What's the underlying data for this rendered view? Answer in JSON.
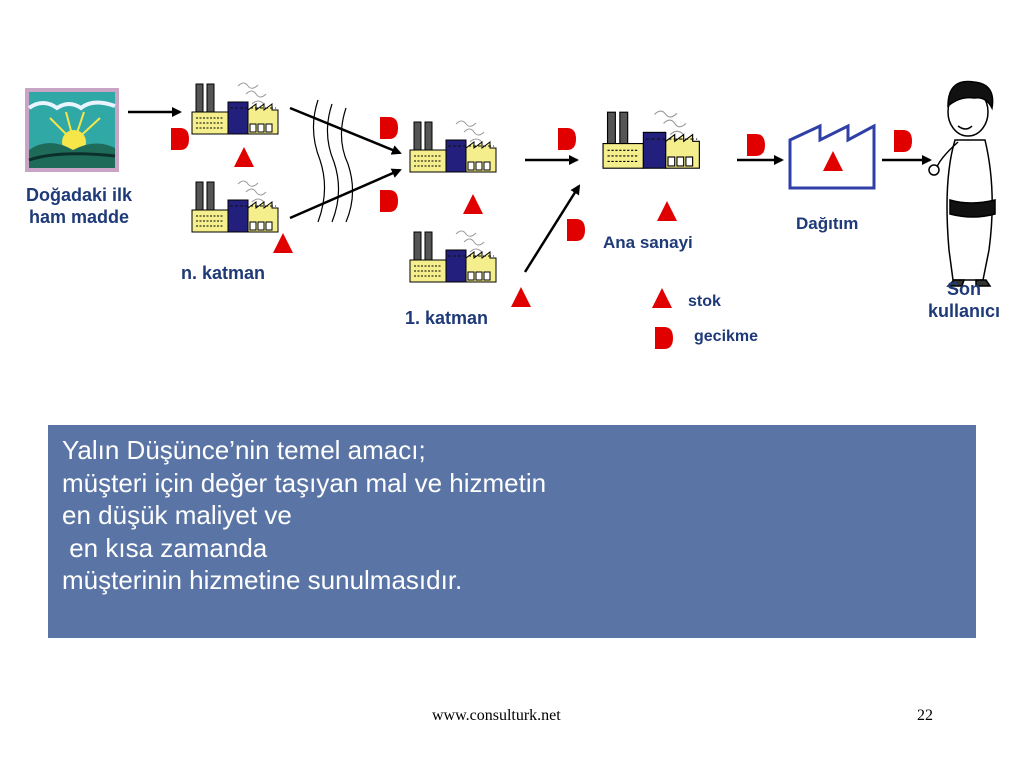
{
  "labels": {
    "raw_material": [
      "Doğadaki ilk",
      "ham madde"
    ],
    "n_tier": "n. katman",
    "first_tier": "1. katman",
    "main_industry": "Ana sanayi",
    "distribution": "Dağıtım",
    "end_user": [
      "Son",
      "kullanıcı"
    ]
  },
  "legend": {
    "stock": "stok",
    "delay": "gecikme"
  },
  "statement": [
    "Yalın Düşünce’nin temel amacı;",
    "müşteri için değer taşıyan mal ve hizmetin",
    "en düşük maliyet ve",
    " en kısa zamanda",
    "müşterinin hizmetine sunulmasıdır."
  ],
  "footer": {
    "url": "www.consulturk.net",
    "page": "22"
  },
  "colors": {
    "label_text": "#1f3a78",
    "marker_red": "#e00000",
    "factory_navy": "#231f7c",
    "factory_yellow": "#f4ee8c",
    "statement_bg": "#5a75a5"
  },
  "icons": {
    "factory": "factory-icon",
    "stock": "stock-triangle-icon",
    "delay": "delay-d-icon",
    "distribution": "warehouse-icon",
    "person": "person-icon",
    "landscape": "landscape-icon"
  }
}
